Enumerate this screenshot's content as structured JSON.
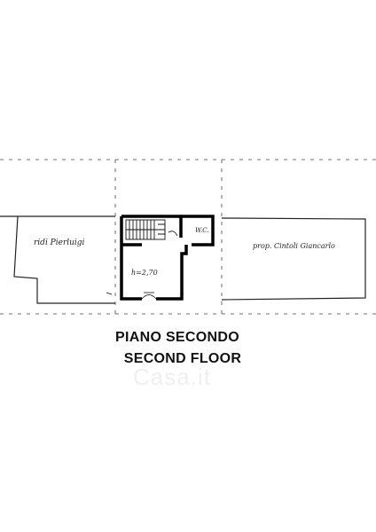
{
  "labels": {
    "left_property": "ridi Pierluigi",
    "right_property": "prop. Cintoli Giancarlo",
    "room_height": "h=2,70",
    "wc": "W.C."
  },
  "titles": {
    "italian": "PIANO SECONDO",
    "english": "SECOND FLOOR"
  },
  "watermark": "Casa.it"
}
